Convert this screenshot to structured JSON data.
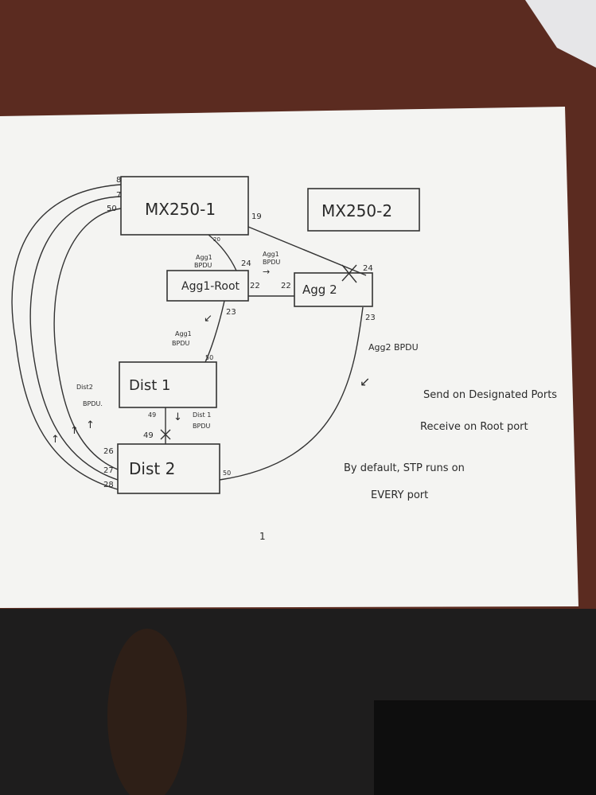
{
  "colors": {
    "wood": "#5b2b20",
    "paper": "#f4f4f2",
    "floor": "#1e1d1d",
    "ink": "#2a2a2a"
  },
  "nodes": {
    "mx1": "MX250-1",
    "mx2": "MX250-2",
    "agg1": "Agg1-Root",
    "agg2": "Agg 2",
    "dist1": "Dist 1",
    "dist2": "Dist 2"
  },
  "ports": {
    "mx1_8": "8",
    "mx1_7": "7",
    "mx1_50": "50",
    "mx1_19": "19",
    "mx1_20": "20",
    "agg1_24": "24",
    "agg1_22": "22",
    "agg1_23": "23",
    "agg2_24": "24",
    "agg2_22": "22",
    "agg2_23": "23",
    "dist1_50": "50",
    "dist1_49": "49",
    "dist2_49": "49",
    "dist2_26": "26",
    "dist2_27": "27",
    "dist2_28": "28",
    "dist2_50": "50"
  },
  "bpdu_labels": {
    "agg1_up_1": "Agg1",
    "agg1_up_2": "BPDU",
    "agg1_right_1": "Agg1",
    "agg1_right_2": "BPDU",
    "agg1_down_1": "Agg1",
    "agg1_down_2": "BPDU",
    "agg2": "Agg2 BPDU",
    "dist1_1": "Dist 1",
    "dist1_2": "BPDU",
    "dist2_1": "Dist2",
    "dist2_2": "BPDU."
  },
  "notes": {
    "line1": "Send on Designated Ports",
    "line2": "Receive on Root port",
    "line3": "By default, STP runs on",
    "line4": "EVERY port"
  },
  "page_mark": "1"
}
